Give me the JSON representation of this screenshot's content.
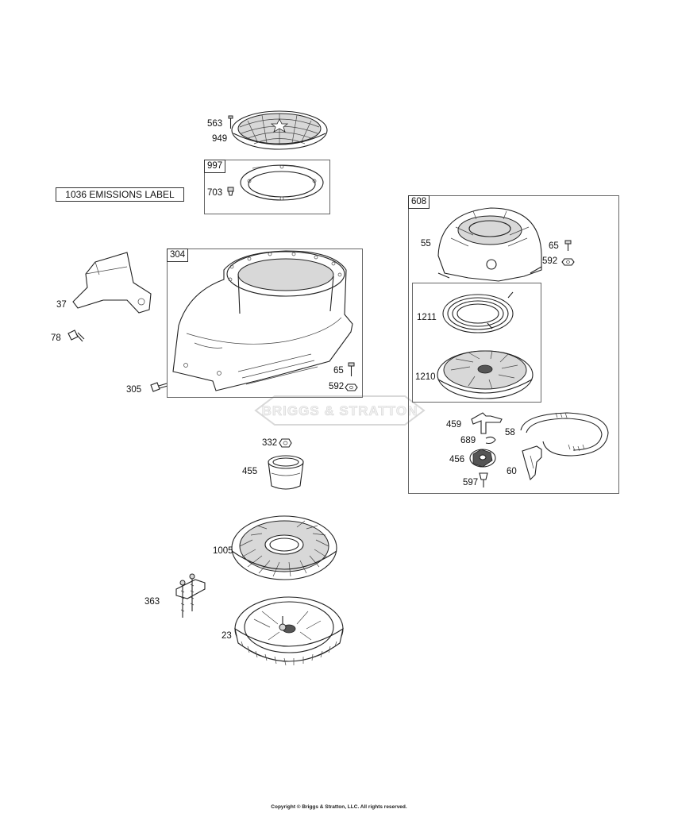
{
  "emissions_label": "1036 EMISSIONS LABEL",
  "watermark": "BRIGGS & STRATTON",
  "copyright": "Copyright © Briggs & Stratton, LLC. All rights reserved.",
  "groups": {
    "g997": "997",
    "g304": "304",
    "g608": "608"
  },
  "parts": {
    "p563": "563",
    "p949": "949",
    "p703": "703",
    "p55": "55",
    "p65a": "65",
    "p592a": "592",
    "p37": "37",
    "p78": "78",
    "p65b": "65",
    "p592b": "592",
    "p305": "305",
    "p1211": "1211",
    "p1210": "1210",
    "p459": "459",
    "p58": "58",
    "p689": "689",
    "p456": "456",
    "p60": "60",
    "p597": "597",
    "p332": "332",
    "p455": "455",
    "p1005": "1005",
    "p363": "363",
    "p23": "23"
  }
}
